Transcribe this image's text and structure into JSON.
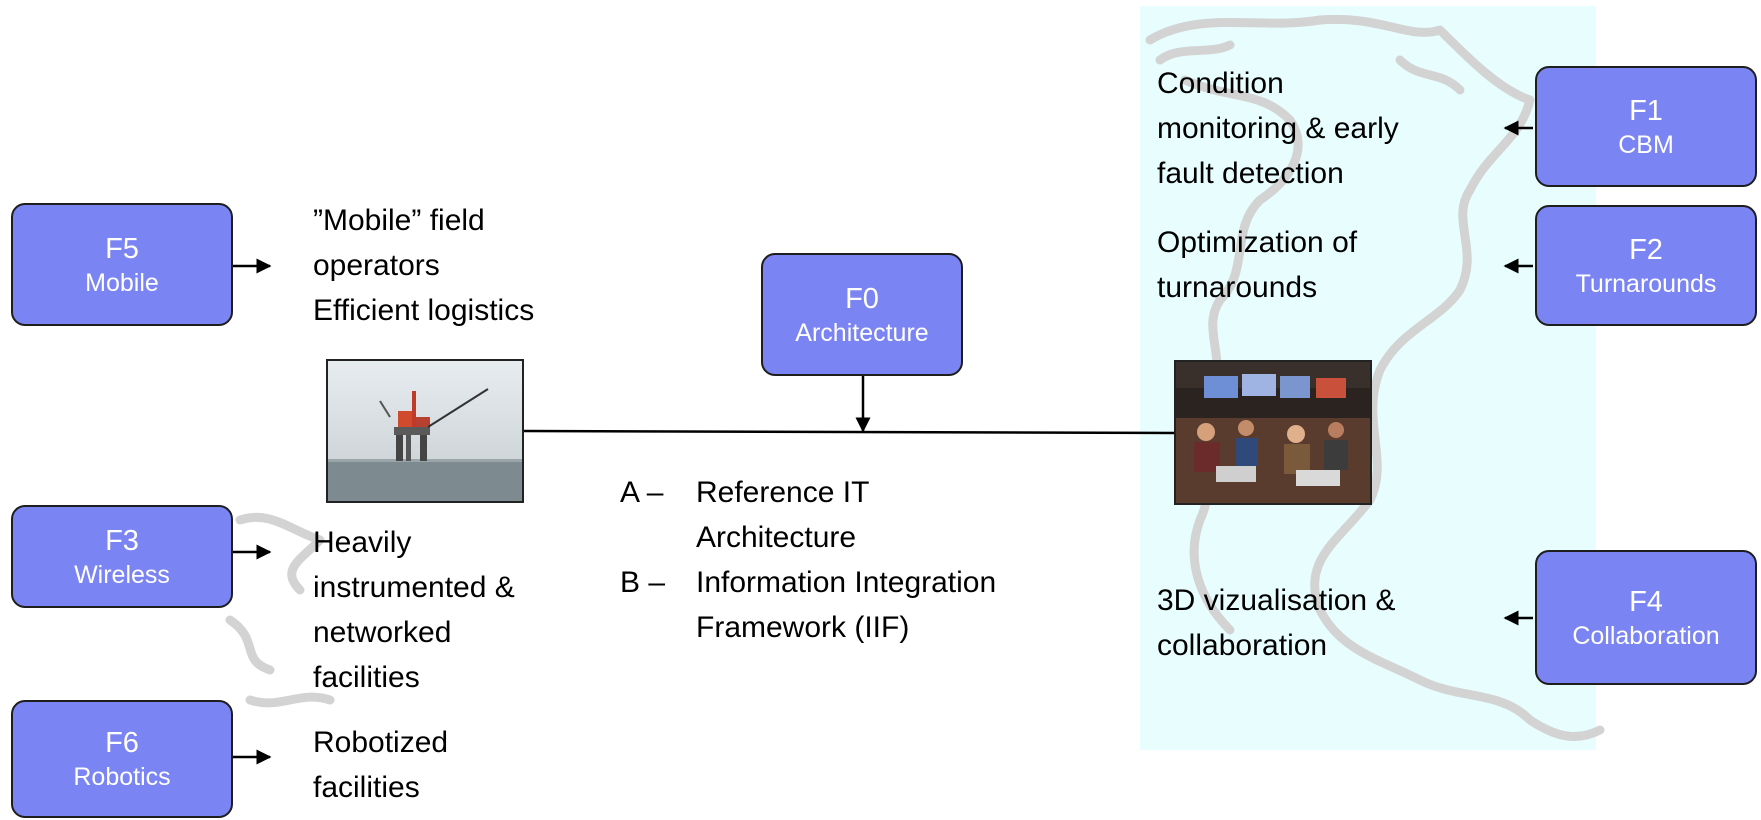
{
  "boxes": {
    "f1": {
      "code": "F1",
      "name": "CBM"
    },
    "f2": {
      "code": "F2",
      "name": "Turnarounds"
    },
    "f3": {
      "code": "F3",
      "name": "Wireless"
    },
    "f4": {
      "code": "F4",
      "name": "Collaboration"
    },
    "f5": {
      "code": "F5",
      "name": "Mobile"
    },
    "f6": {
      "code": "F6",
      "name": "Robotics"
    },
    "f0": {
      "code": "F0",
      "name": "Architecture"
    }
  },
  "texts": {
    "f1": [
      "Condition",
      "monitoring & early",
      "fault detection"
    ],
    "f2": [
      "Optimization of",
      "turnarounds"
    ],
    "f4": [
      "3D vizualisation &",
      "collaboration"
    ],
    "f5": [
      "”Mobile” field",
      "operators",
      "Efficient logistics"
    ],
    "f3": [
      "Heavily",
      "instrumented &",
      "networked",
      "facilities"
    ],
    "f6": [
      "Robotized",
      "facilities"
    ]
  },
  "architecture_list": [
    {
      "marker": "A –",
      "lines": [
        "Reference IT",
        "Architecture"
      ]
    },
    {
      "marker": "B –",
      "lines": [
        "Information Integration",
        "Framework (IIF)"
      ]
    }
  ],
  "colors": {
    "box_fill": "#7b84f3",
    "map_fill": "#e8fefe",
    "map_outline": "#d0d0d0"
  }
}
